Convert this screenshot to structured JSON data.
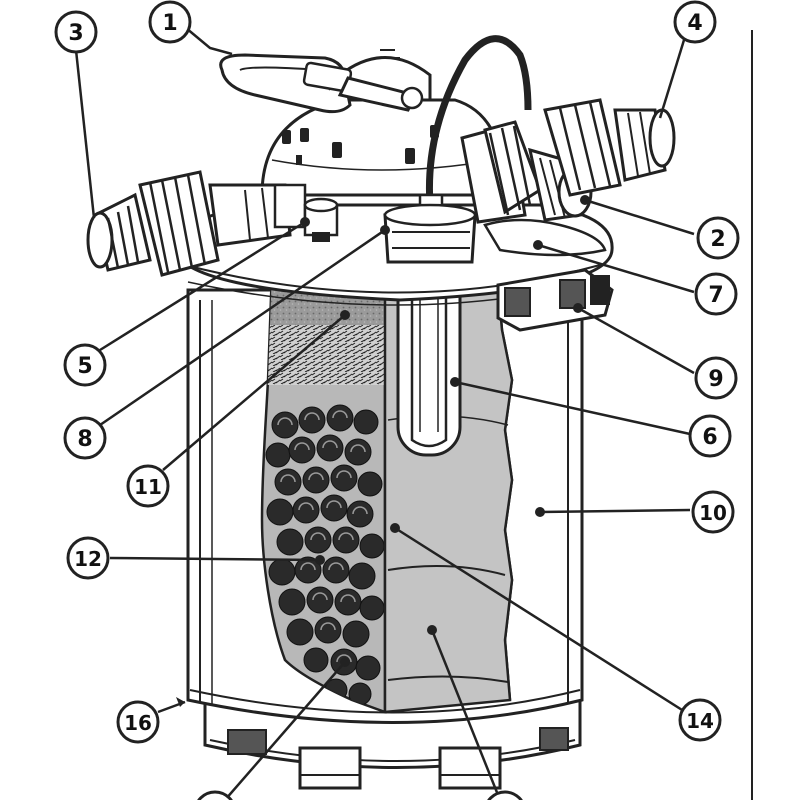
{
  "diagram": {
    "callouts": [
      {
        "id": "1",
        "label": "1"
      },
      {
        "id": "2",
        "label": "2"
      },
      {
        "id": "3",
        "label": "3"
      },
      {
        "id": "4",
        "label": "4"
      },
      {
        "id": "5",
        "label": "5"
      },
      {
        "id": "6",
        "label": "6"
      },
      {
        "id": "7",
        "label": "7"
      },
      {
        "id": "8",
        "label": "8"
      },
      {
        "id": "9",
        "label": "9"
      },
      {
        "id": "10",
        "label": "10"
      },
      {
        "id": "11",
        "label": "11"
      },
      {
        "id": "12",
        "label": "12"
      },
      {
        "id": "14",
        "label": "14"
      },
      {
        "id": "16",
        "label": "16"
      }
    ]
  }
}
